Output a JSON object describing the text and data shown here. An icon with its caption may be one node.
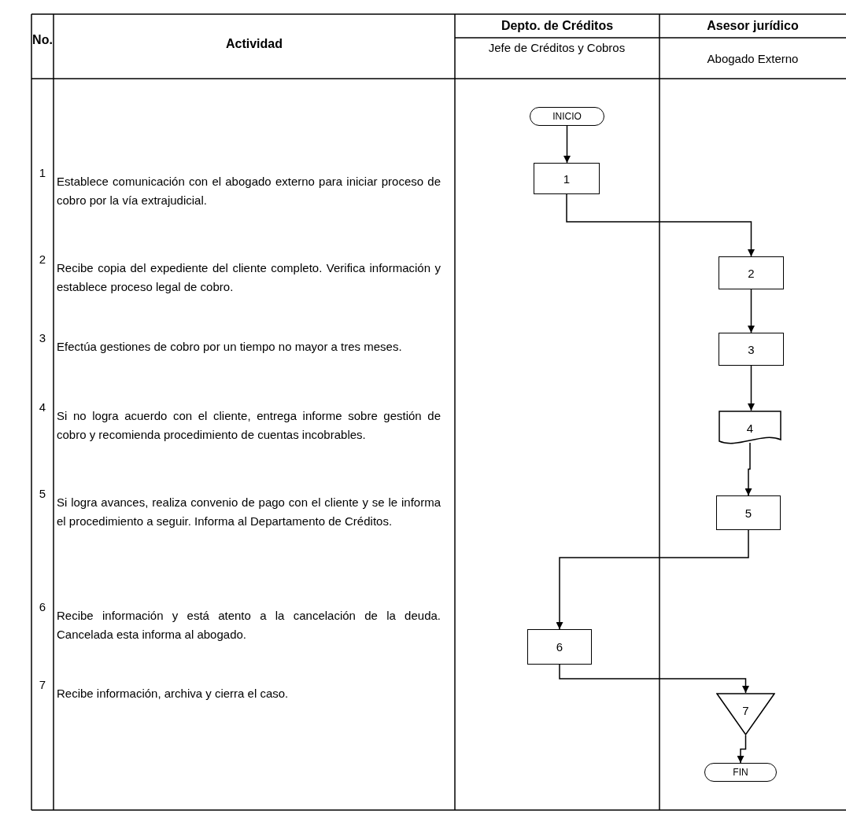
{
  "diagram": {
    "nodes": [
      {
        "text": [
          "INICIO"
        ]
      },
      {
        "text": [
          "1"
        ]
      },
      {
        "text": [
          "2"
        ]
      },
      {
        "text": [
          "3"
        ]
      },
      {
        "text": [
          "4"
        ]
      },
      {
        "text": [
          "5"
        ]
      },
      {
        "text": [
          "6"
        ]
      },
      {
        "text": [
          "7"
        ]
      },
      {
        "text": [
          "FIN"
        ]
      }
    ],
    "edges": [
      {
        "from": 0,
        "to": 1,
        "arrow": "to"
      },
      {
        "from": 1,
        "to": 2,
        "arrow": "to"
      },
      {
        "from": 2,
        "to": 3,
        "arrow": "to"
      },
      {
        "from": 3,
        "to": 4,
        "arrow": "to"
      },
      {
        "from": 4,
        "to": 5,
        "arrow": "to"
      },
      {
        "from": 5,
        "to": 6,
        "arrow": "to"
      },
      {
        "from": 6,
        "to": 7,
        "arrow": "to"
      },
      {
        "from": 7,
        "to": 8,
        "arrow": "to"
      }
    ],
    "labels": [
      "No.",
      "Actividad",
      "Depto. de Créditos",
      "Asesor jurídico",
      "Jefe de Créditos y Cobros",
      "Abogado Externo",
      "1",
      "Establece comunicación con el abogado externo para iniciar proceso de cobro por la vía extrajudicial.",
      "2",
      "Recibe copia del expediente del cliente completo. Verifica información y establece proceso legal de cobro.",
      "3",
      "Efectúa gestiones de cobro por un tiempo no mayor a tres meses.",
      "4",
      "Si no logra acuerdo con el cliente, entrega informe sobre gestión de cobro y recomienda procedimiento de cuentas incobrables.",
      "5",
      "Si logra avances, realiza convenio de pago con el cliente y se le informa el procedimiento a seguir. Informa al Departamento de Créditos.",
      "6",
      "Recibe información y está atento a la cancelación de la deuda. Cancelada esta informa al abogado.",
      "7",
      "Recibe información, archiva y cierra el caso."
    ]
  }
}
